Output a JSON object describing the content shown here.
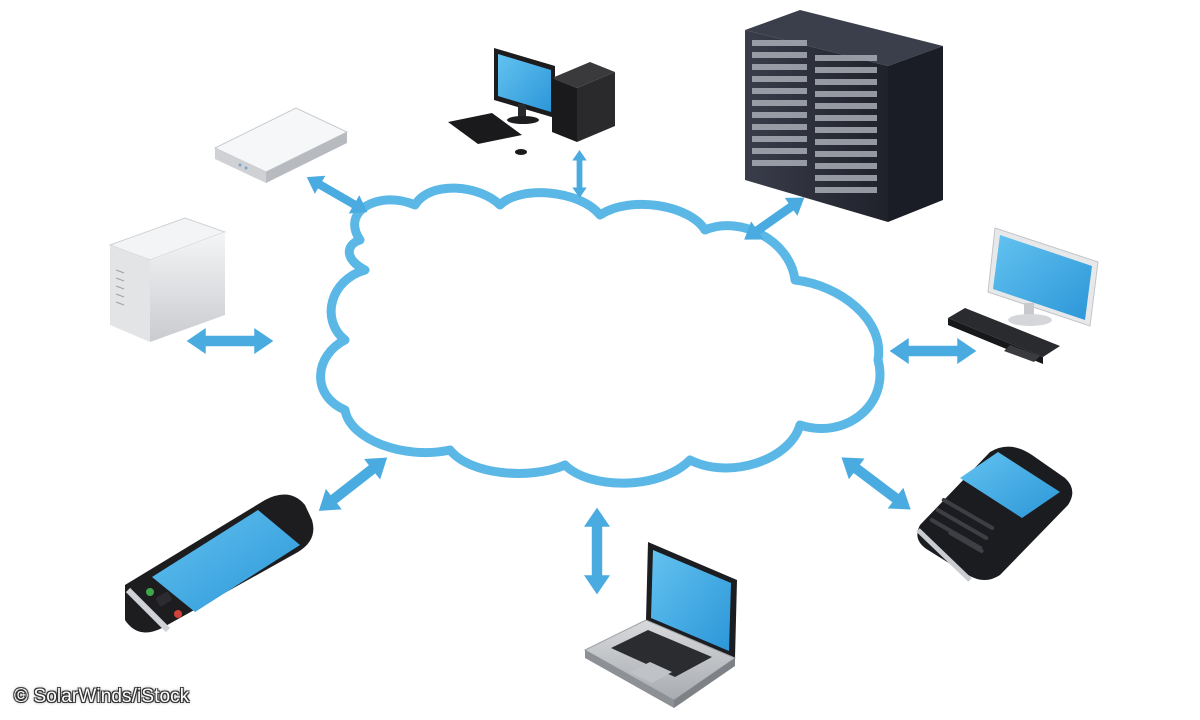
{
  "credit": {
    "text": "© SolarWinds/iStock"
  },
  "colors": {
    "cloud_stroke": "#5bb8e6",
    "arrow_fill": "#49abdf",
    "screen_blue": "#3fa9e6",
    "device_dark": "#1c1c1e",
    "server_rack": "#2a2d3a",
    "device_white": "#e9eaec"
  },
  "diagram": {
    "center": {
      "icon": "cloud-icon"
    },
    "nodes": [
      {
        "id": "router",
        "icon": "router-icon"
      },
      {
        "id": "desktop-pc",
        "icon": "desktop-computer-icon"
      },
      {
        "id": "server-rack",
        "icon": "server-rack-icon"
      },
      {
        "id": "nas-box",
        "icon": "nas-storage-icon"
      },
      {
        "id": "monitor-keyboard",
        "icon": "monitor-keyboard-icon"
      },
      {
        "id": "smartphone",
        "icon": "smartphone-icon"
      },
      {
        "id": "laptop",
        "icon": "laptop-icon"
      },
      {
        "id": "qwerty-phone",
        "icon": "qwerty-phone-icon"
      }
    ]
  }
}
